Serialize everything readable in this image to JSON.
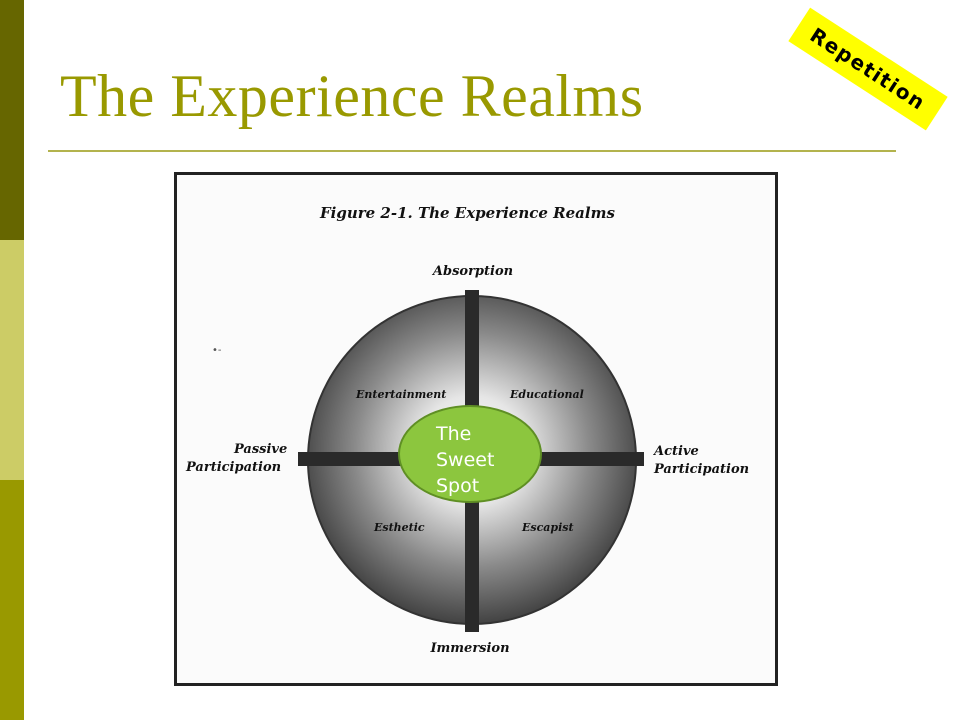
{
  "slide": {
    "title": "The Experience Realms",
    "tag": "Repetition"
  },
  "figure": {
    "caption": "Figure 2-1. The Experience Realms",
    "axis_top": "Absorption",
    "axis_bottom": "Immersion",
    "axis_left_line1": "Passive",
    "axis_left_line2": "Participation",
    "axis_right_line1": "Active",
    "axis_right_line2": "Participation",
    "quadrant_top_left": "Entertainment",
    "quadrant_top_right": "Educational",
    "quadrant_bottom_left": "Esthetic",
    "quadrant_bottom_right": "Escapist",
    "stray_mark": "•-"
  },
  "callout": {
    "line1": "The",
    "line2": "Sweet",
    "line3": "Spot",
    "fill_color": "#8cc63e"
  },
  "colors": {
    "title": "#999900",
    "tag": "#ffff00",
    "bar_dark": "#666600",
    "bar_light": "#cccc66",
    "bar_mid": "#999900"
  }
}
